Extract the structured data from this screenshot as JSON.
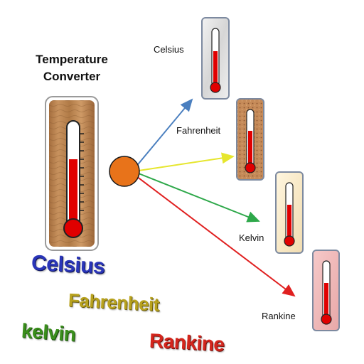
{
  "title": "Temperature\nConverter",
  "scale_labels": [
    "Celsius",
    "Fahrenheit",
    "Kelvin",
    "Rankine"
  ],
  "word_art": [
    "Celsius",
    "Fahrenheit",
    "kelvin",
    "Rankine"
  ],
  "icons": {
    "main": "thermometer-wood-icon",
    "hub": "source-node-icon",
    "outputs": [
      "thermometer-marble-icon",
      "thermometer-cork-icon",
      "thermometer-cream-icon",
      "thermometer-pink-icon"
    ]
  },
  "colors": {
    "hub": "#e8731a",
    "arrow_celsius": "#4a7fbf",
    "arrow_fahrenheit": "#e6e62e",
    "arrow_kelvin": "#2ea84a",
    "arrow_rankine": "#e02020",
    "mercury": "#e00000"
  }
}
